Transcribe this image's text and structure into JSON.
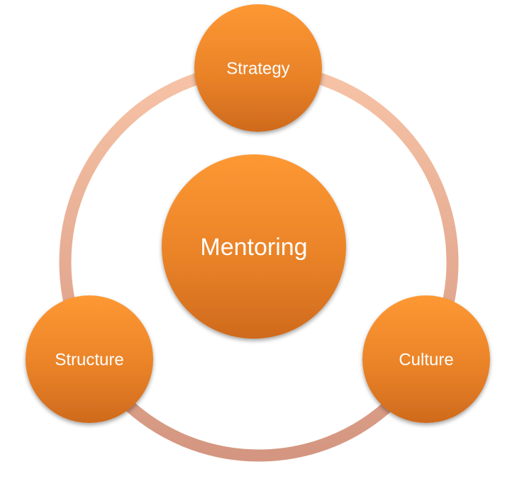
{
  "diagram": {
    "center": {
      "label": "Mentoring"
    },
    "nodes": [
      {
        "label": "Strategy"
      },
      {
        "label": "Culture"
      },
      {
        "label": "Structure"
      }
    ]
  },
  "colors": {
    "node_light": "#fb9432",
    "node_dark": "#d36f1f",
    "ring_light": "#f6c0a3",
    "ring_dark": "#d89a80",
    "label": "#ffffff"
  }
}
